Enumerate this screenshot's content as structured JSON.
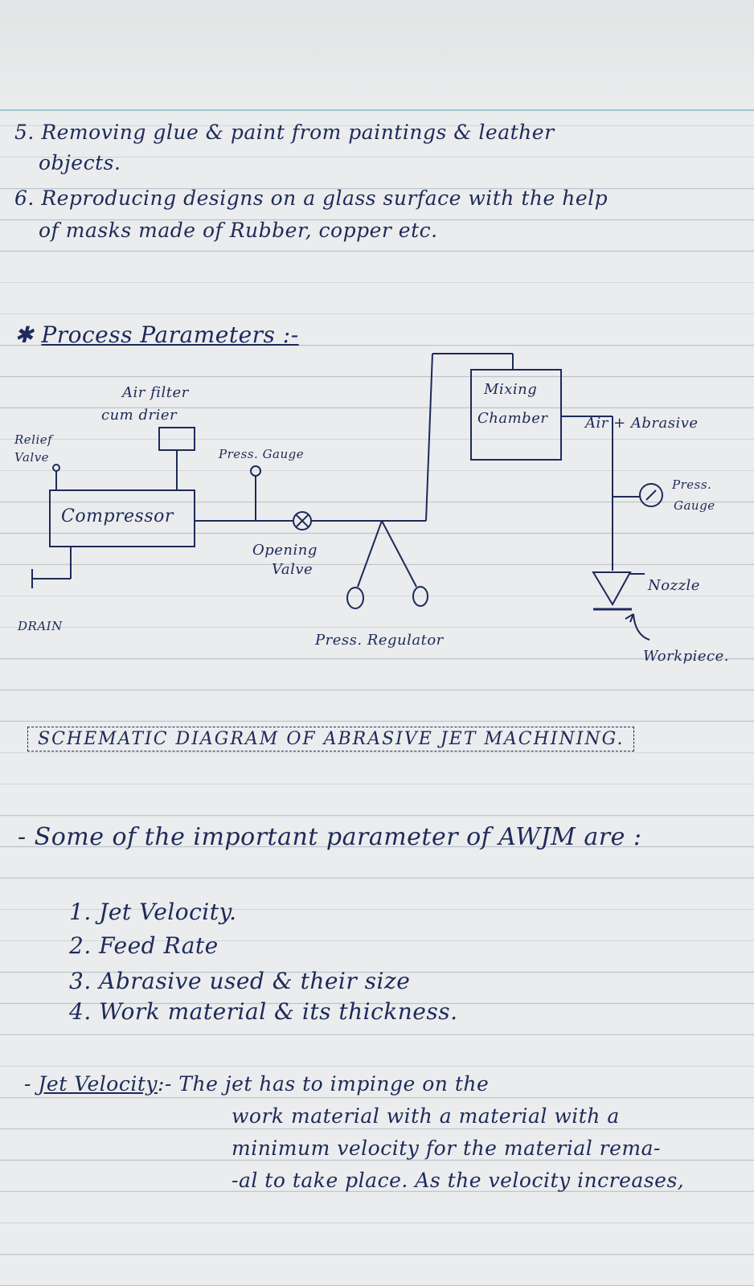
{
  "intro_items": [
    {
      "num": "5.",
      "line1": "Removing glue & paint from paintings & leather",
      "line2": "objects."
    },
    {
      "num": "6.",
      "line1": "Reproducing designs on a glass surface with the help",
      "line2": "of masks made of Rubber, copper etc."
    }
  ],
  "section_heading": "Process Parameters :-",
  "diagram": {
    "labels": {
      "air_filter": "Air filter",
      "cum_drier": "cum drier",
      "relief": "Relief",
      "valve": "Valve",
      "compressor": "Compressor",
      "press_gauge_left": "Press. Gauge",
      "opening": "Opening",
      "valve2": "Valve",
      "mixing": "Mixing",
      "chamber": "Chamber",
      "air_abrasive": "Air + Abrasive",
      "press_gauge_right_1": "Press.",
      "press_gauge_right_2": "Gauge",
      "nozzle": "Nozzle",
      "workpiece": "Workpiece.",
      "press_regulator": "Press. Regulator",
      "drain": "DRAIN"
    },
    "caption": "SCHEMATIC DIAGRAM OF ABRASIVE JET MACHINING."
  },
  "params_intro": "- Some of the important parameter of AWJM are :",
  "params": [
    "1. Jet Velocity.",
    "2. Feed Rate",
    "3. Abrasive used & their size",
    "4. Work material & its thickness."
  ],
  "jet_velocity": {
    "term": "Jet Velocity",
    "lines": [
      ":- The jet has to impinge on the",
      "work material with a material with a",
      "minimum velocity for the material rema-",
      "-al to take place. As the velocity increases,"
    ]
  },
  "colors": {
    "ink": "#1d2a5a",
    "paper": "#ebeced",
    "rule": "#b9c6cc",
    "margin": "#9cc9cf"
  }
}
